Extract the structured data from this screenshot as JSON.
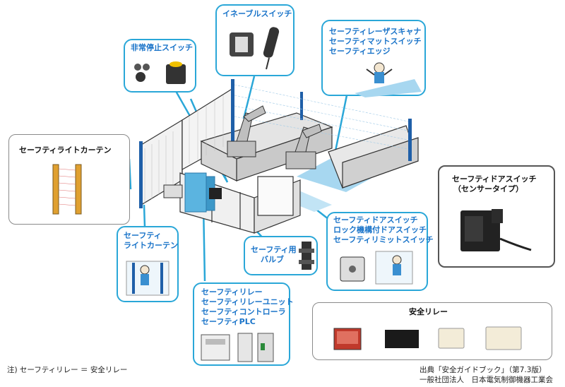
{
  "labels": {
    "enable_switch": "イネーブルスイッチ",
    "emergency_stop": "非常停止スイッチ",
    "scanner": [
      "セーフティレーザスキャナ",
      "セーフティマットスイッチ",
      "セーフティエッジ"
    ],
    "light_curtain_box": "セーフティライトカーテン",
    "light_curtain_callout": [
      "セーフティ",
      "ライトカーテン"
    ],
    "door_switch_sensor": [
      "セーフティドアスイッチ",
      "（センサータイプ）"
    ],
    "door_switch_group": [
      "セーフティドアスイッチ",
      "ロック機構付ドアスイッチ",
      "セーフティリミットスイッチ"
    ],
    "valve": [
      "セーフティ用",
      "バルブ"
    ],
    "relay_group": [
      "セーフティリレー",
      "セーフティリレーユニット",
      "セーフティコントローラ",
      "セーフティPLC"
    ],
    "safety_relay": "安全リレー"
  },
  "footnote": "注) セーフティリレー ＝ 安全リレー",
  "source": [
    "出典「安全ガイドブック」（第7.3版）",
    "一般社団法人　日本電気制御機器工業会"
  ],
  "colors": {
    "callout_border": "#2aa7d8",
    "label_blue": "#1a74c9",
    "floor_blue": "#a7d7f0"
  }
}
